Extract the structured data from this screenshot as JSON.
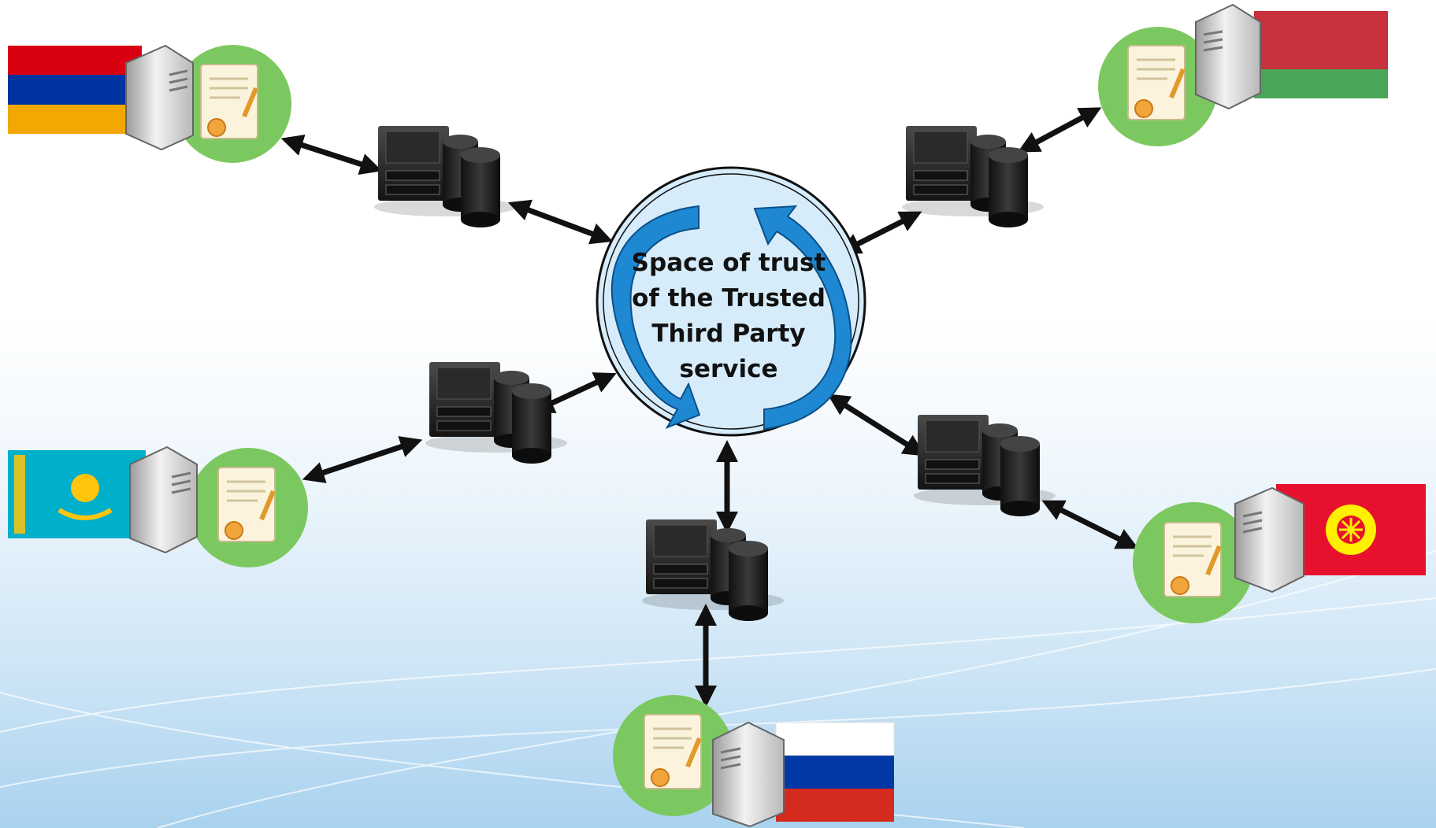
{
  "hub": {
    "lines": [
      "Space of trust",
      "of the Trusted",
      "Third Party",
      "service"
    ]
  },
  "nodes": [
    {
      "id": "armenia",
      "flag": [
        "#d90012",
        "#0033a0",
        "#f2a800"
      ],
      "icons": [
        "flag-icon",
        "workstation-icon",
        "certificate-icon"
      ]
    },
    {
      "id": "belarus",
      "flag": [
        "#c8313e",
        "#4aa657"
      ],
      "icons": [
        "flag-icon",
        "workstation-icon",
        "certificate-icon"
      ]
    },
    {
      "id": "kazakhstan",
      "flag": [
        "#00afca",
        "#fec50c"
      ],
      "icons": [
        "flag-icon",
        "workstation-icon",
        "certificate-icon"
      ]
    },
    {
      "id": "kyrgyzstan",
      "flag": [
        "#e8112d",
        "#ffef00"
      ],
      "icons": [
        "flag-icon",
        "workstation-icon",
        "certificate-icon"
      ]
    },
    {
      "id": "russia",
      "flag": [
        "#ffffff",
        "#0039a6",
        "#d52b1e"
      ],
      "icons": [
        "flag-icon",
        "workstation-icon",
        "certificate-icon"
      ]
    }
  ],
  "colors": {
    "certificate_badge": "#7cc860",
    "hub_fill": "#d6ecfa",
    "hub_arrows": "#1e88d2",
    "connector": "#111111"
  }
}
